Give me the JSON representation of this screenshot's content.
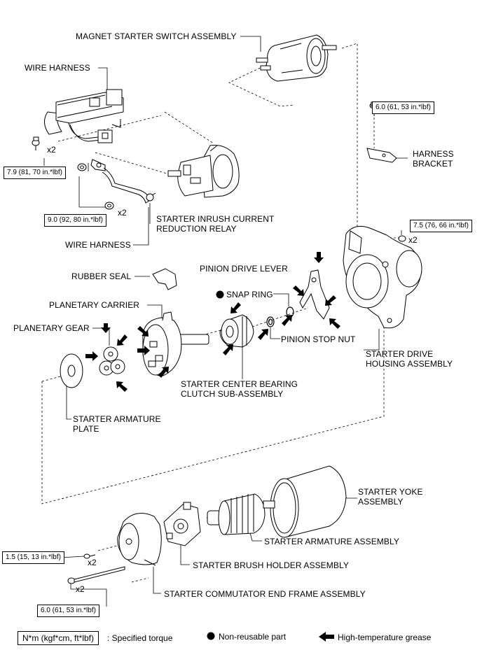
{
  "labels": {
    "magnet_switch": "MAGNET STARTER SWITCH ASSEMBLY",
    "wire_harness_top": "WIRE HARNESS",
    "harness_bracket_1": "HARNESS",
    "harness_bracket_2": "BRACKET",
    "inrush_relay_1": "STARTER INRUSH CURRENT",
    "inrush_relay_2": "REDUCTION RELAY",
    "wire_harness_bottom": "WIRE HARNESS",
    "pinion_drive_lever": "PINION DRIVE LEVER",
    "rubber_seal": "RUBBER SEAL",
    "snap_ring": "SNAP RING",
    "planetary_carrier": "PLANETARY CARRIER",
    "planetary_gear": "PLANETARY GEAR",
    "pinion_stop_nut": "PINION STOP NUT",
    "drive_housing_1": "STARTER DRIVE",
    "drive_housing_2": "HOUSING ASSEMBLY",
    "center_bearing_1": "STARTER CENTER BEARING",
    "center_bearing_2": "CLUTCH SUB-ASSEMBLY",
    "armature_plate_1": "STARTER ARMATURE",
    "armature_plate_2": "PLATE",
    "yoke_1": "STARTER YOKE",
    "yoke_2": "ASSEMBLY",
    "armature_assembly": "STARTER ARMATURE ASSEMBLY",
    "brush_holder": "STARTER BRUSH HOLDER ASSEMBLY",
    "commutator_end_frame": "STARTER COMMUTATOR END FRAME ASSEMBLY"
  },
  "torques": {
    "harness_bracket_bolt": "6.0 (61, 53 in.*lbf)",
    "wire_harness_bolt": "7.9 (81, 70 in.*lbf)",
    "relay_nut": "9.0 (92, 80 in.*lbf)",
    "housing_nut": "7.5 (76, 66 in.*lbf)",
    "end_frame_screw": "1.5 (15, 13 in.*lbf)",
    "through_bolt": "6.0 (61, 53 in.*lbf)"
  },
  "multipliers": {
    "wire_harness_bolt": "x2",
    "relay_nut": "x2",
    "housing_nut": "x2",
    "end_frame_screw": "x2",
    "through_bolt": "x2"
  },
  "legend": {
    "torque_box": "N*m (kgf*cm, ft*lbf)",
    "torque_text": ": Specified torque",
    "nonreusable": "Non-reusable part",
    "grease": "High-temperature grease"
  }
}
